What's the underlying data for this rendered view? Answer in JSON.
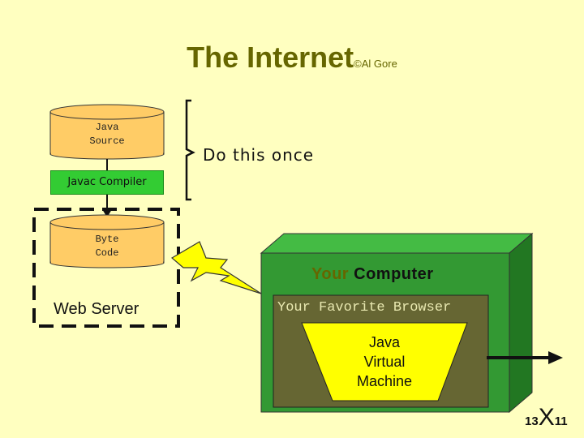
{
  "title": {
    "main": "The Internet",
    "credit": "©Al Gore"
  },
  "java_source": {
    "line1": "Java",
    "line2": "Source"
  },
  "compiler_label": "Javac Compiler",
  "byte_code": {
    "line1": "Byte",
    "line2": "Code"
  },
  "bracket_label": "Do this once",
  "web_server_label": "Web Server",
  "computer": {
    "your": "Your",
    "computer": "Computer"
  },
  "browser_label": "Your Favorite Browser",
  "jvm": {
    "line1": "Java",
    "line2": "Virtual",
    "line3": "Machine"
  },
  "page_number": {
    "left": "13",
    "mid": "X",
    "right": "11"
  },
  "colors": {
    "background": "#ffffc0",
    "cylinder": "#ffcc66",
    "compiler": "#33cc33",
    "computer_front": "#339933",
    "computer_top": "#44bb44",
    "computer_side": "#227722",
    "browser_panel": "#666633",
    "jvm_fill": "#ffff00",
    "bolt": "#ffff00",
    "title": "#666600"
  },
  "icons": [
    "java-source-cylinder-icon",
    "byte-code-cylinder-icon",
    "lightning-bolt-icon",
    "brace-icon",
    "arrow-right-icon"
  ]
}
